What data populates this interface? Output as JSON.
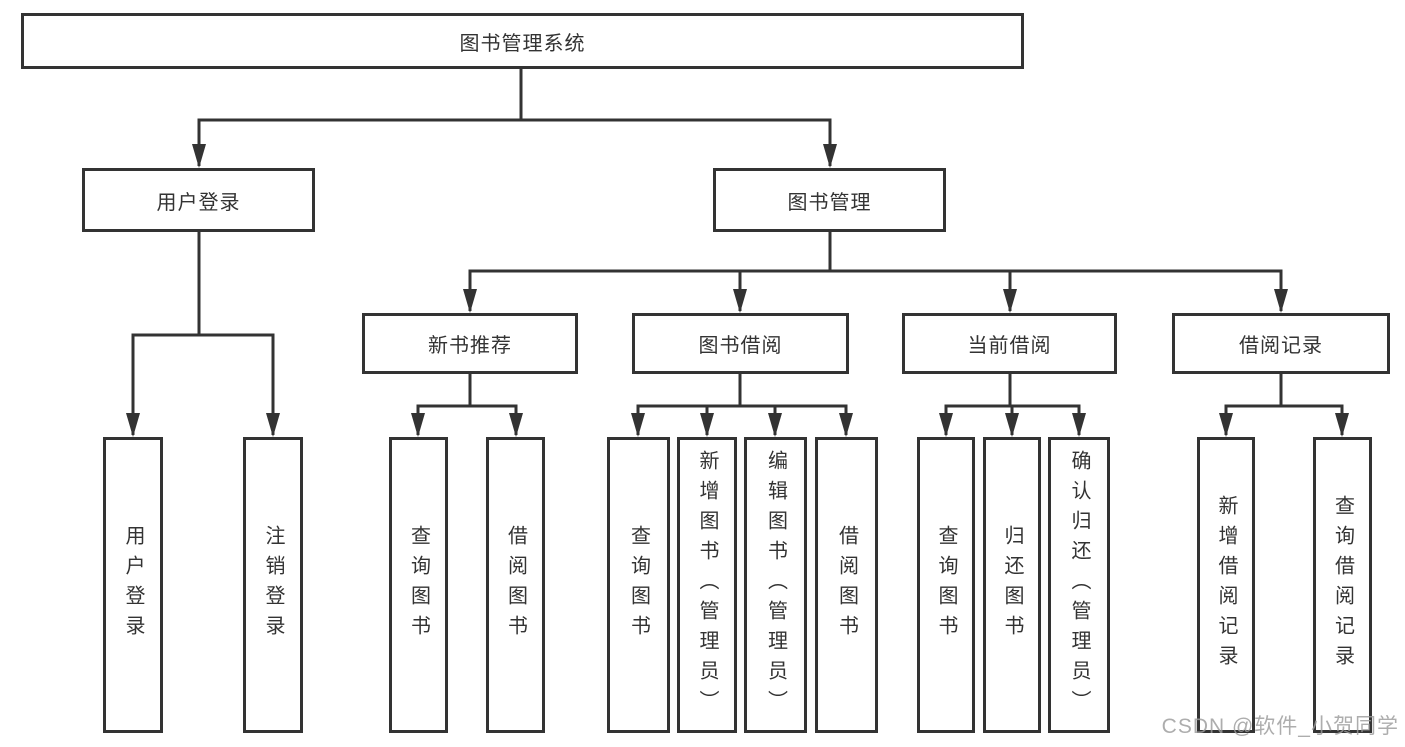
{
  "diagram": {
    "type": "tree-functional-structure",
    "tree": {
      "root": {
        "label": "图书管理系统"
      },
      "branches": [
        {
          "label": "用户登录",
          "children": [
            {
              "label": "用户登录"
            },
            {
              "label": "注销登录"
            }
          ]
        },
        {
          "label": "图书管理",
          "children": [
            {
              "label": "新书推荐",
              "children": [
                {
                  "label": "查询图书"
                },
                {
                  "label": "借阅图书"
                }
              ]
            },
            {
              "label": "图书借阅",
              "children": [
                {
                  "label": "查询图书"
                },
                {
                  "label": "新增图书（管理员）"
                },
                {
                  "label": "编辑图书（管理员）"
                },
                {
                  "label": "借阅图书"
                }
              ]
            },
            {
              "label": "当前借阅",
              "children": [
                {
                  "label": "查询图书"
                },
                {
                  "label": "归还图书"
                },
                {
                  "label": "确认归还（管理员）"
                }
              ]
            },
            {
              "label": "借阅记录",
              "children": [
                {
                  "label": "新增借阅记录"
                },
                {
                  "label": "查询借阅记录"
                }
              ]
            }
          ]
        }
      ]
    },
    "watermark": {
      "text": "CSDN @软件_小贺同学"
    },
    "colors": {
      "line": "#333333",
      "box_fill": "#ffffff",
      "text": "#333333",
      "watermark": "#9c9c9c",
      "background": "#ffffff"
    }
  }
}
